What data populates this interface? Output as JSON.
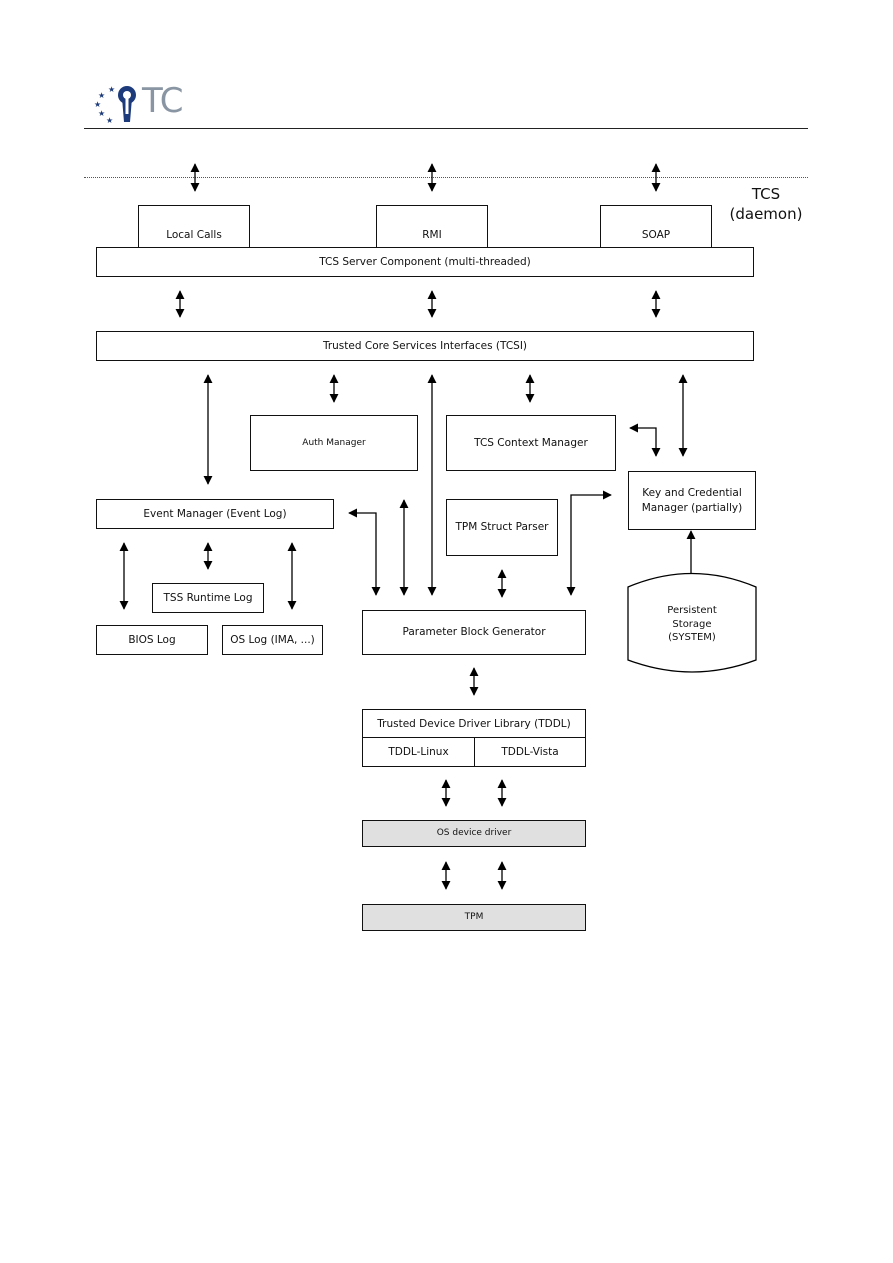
{
  "logo": {
    "text": "TC"
  },
  "tcs_label": [
    "TCS",
    "(daemon)"
  ],
  "boxes": {
    "local_calls": "Local Calls",
    "rmi": "RMI",
    "soap": "SOAP",
    "tcs_server": "TCS Server Component (multi-threaded)",
    "tcsi": "Trusted Core Services Interfaces (TCSI)",
    "auth_manager": "Auth Manager",
    "context_manager": "TCS Context Manager",
    "key_manager": [
      "Key and Credential",
      "Manager (partially)"
    ],
    "event_manager": "Event Manager (Event Log)",
    "struct_parser": "TPM Struct Parser",
    "tss_runtime_log": "TSS Runtime Log",
    "bios_log": "BIOS Log",
    "os_log": "OS Log (IMA, ...)",
    "param_block": "Parameter Block Generator",
    "persistent_storage": [
      "Persistent",
      "Storage",
      "(SYSTEM)"
    ],
    "tddl": "Trusted Device Driver Library (TDDL)",
    "tddl_linux": "TDDL-Linux",
    "tddl_vista": "TDDL-Vista",
    "os_driver": "OS device driver",
    "tpm": "TPM"
  }
}
